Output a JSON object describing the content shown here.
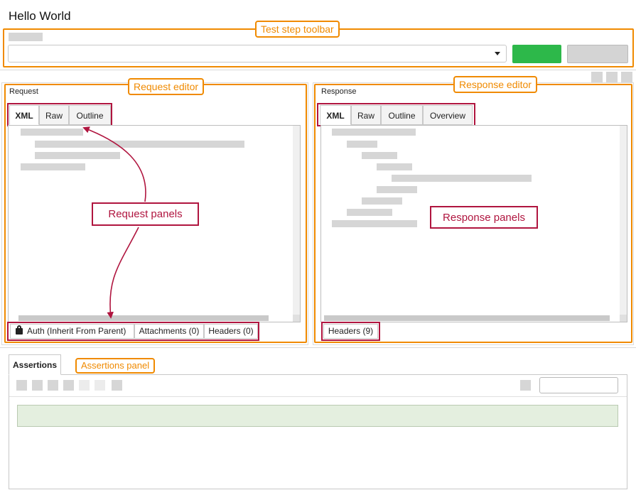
{
  "window": {
    "title": "Hello World"
  },
  "toolbar": {
    "annotation": "Test step toolbar",
    "dropdown_value": "",
    "chevron_icon": "chevron-down-icon",
    "run_button_color": "#2db84a"
  },
  "request": {
    "title": "Request",
    "annotation": "Request editor",
    "tabs": [
      {
        "label": "XML"
      },
      {
        "label": "Raw"
      },
      {
        "label": "Outline"
      }
    ],
    "bottom_tabs": [
      {
        "label": "Auth (Inherit From Parent)"
      },
      {
        "label": "Attachments (0)"
      },
      {
        "label": "Headers (0)"
      }
    ],
    "panels_label": "Request panels"
  },
  "response": {
    "title": "Response",
    "annotation": "Response editor",
    "tabs": [
      {
        "label": "XML"
      },
      {
        "label": "Raw"
      },
      {
        "label": "Outline"
      },
      {
        "label": "Overview"
      }
    ],
    "bottom_tabs": [
      {
        "label": "Headers (9)"
      }
    ],
    "panels_label": "Response panels"
  },
  "assertions": {
    "tab_label": "Assertions",
    "annotation": "Assertions panel",
    "status_color": "#e4efdf"
  },
  "colors": {
    "annotation_orange": "#f08a00",
    "panel_red": "#b0153f",
    "placeholder_gray": "#d6d6d6"
  }
}
